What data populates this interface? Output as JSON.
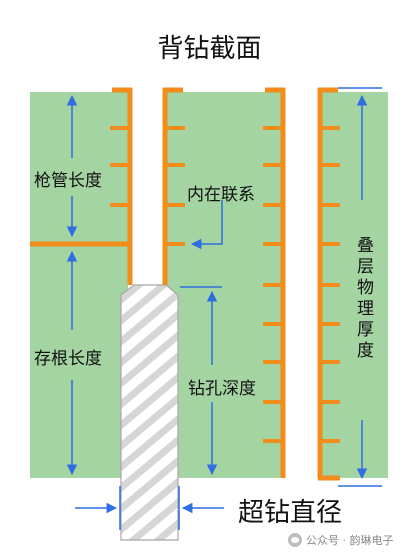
{
  "title": "背钻截面",
  "labels": {
    "stub_length": "枪管长度",
    "inner_connection": "内在联系",
    "stub_root_length": "存根长度",
    "drill_depth": "钻孔深度",
    "stack_thickness": "叠层物理厚度",
    "over_drill_diameter": "超钻直径"
  },
  "watermark": {
    "text": "公众号 · 韵琳电子"
  },
  "colors": {
    "laminate_green": "#a3d4a2",
    "copper_orange": "#f28c1a",
    "arrow_blue": "#2e6ee0",
    "drill_hatch": "#cfcfcf"
  }
}
